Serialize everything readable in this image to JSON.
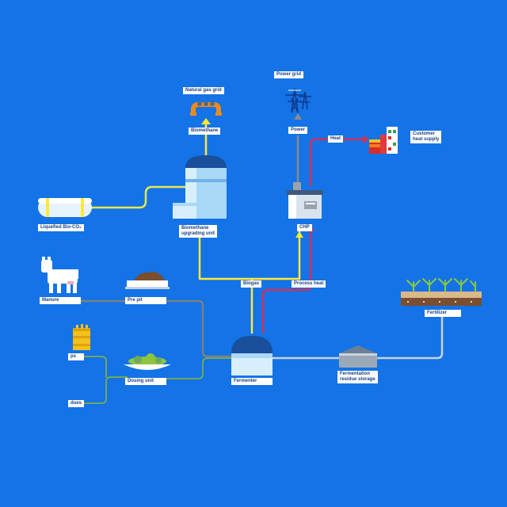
{
  "colors": {
    "background": "#1473e6",
    "biogas": "#ffe83b",
    "gas_line": "#e8e850",
    "heat": "#d0305a",
    "slurry": "#7a7f86",
    "substrate": "#6fa85a",
    "fertilizer": "#c9d4e0",
    "power": "#8a8a8a"
  },
  "icons": [
    "natural-gas-pipe-icon",
    "power-pylon-icon",
    "customer-heat-building-icon",
    "gas-tank-icon",
    "biomethane-upgrading-tank-icon",
    "chp-unit-icon",
    "cow-icon",
    "pre-pit-icon",
    "crops-icon",
    "dosing-unit-icon",
    "fermenter-icon",
    "residue-storage-icon",
    "field-plants-icon"
  ],
  "labels": {
    "natural_gas_grid": "Natural gas grid",
    "biomethane": "Biomethane",
    "power_grid": "Power grid",
    "power": "Power",
    "heat": "Heat",
    "customer_heat_supply": "Customer\nheat supply",
    "liquefied_bio_co2": "Liquefied Bio-CO₂",
    "biomethane_upgrading_unit": "Biomethane\nupgrading unit",
    "chp": "CHP",
    "manure": "Manure",
    "pre_pit": "Pre pit",
    "biogas": "Biogas",
    "process_heat": "Process heat",
    "fertilizer": "Fertilizer",
    "crops_partial": "ps",
    "dosing_unit": "Dosing unit",
    "fermenter": "Fermenter",
    "fermentation_residue_storage": "Fermentation\nresidue storage",
    "residues_partial": "dues"
  }
}
